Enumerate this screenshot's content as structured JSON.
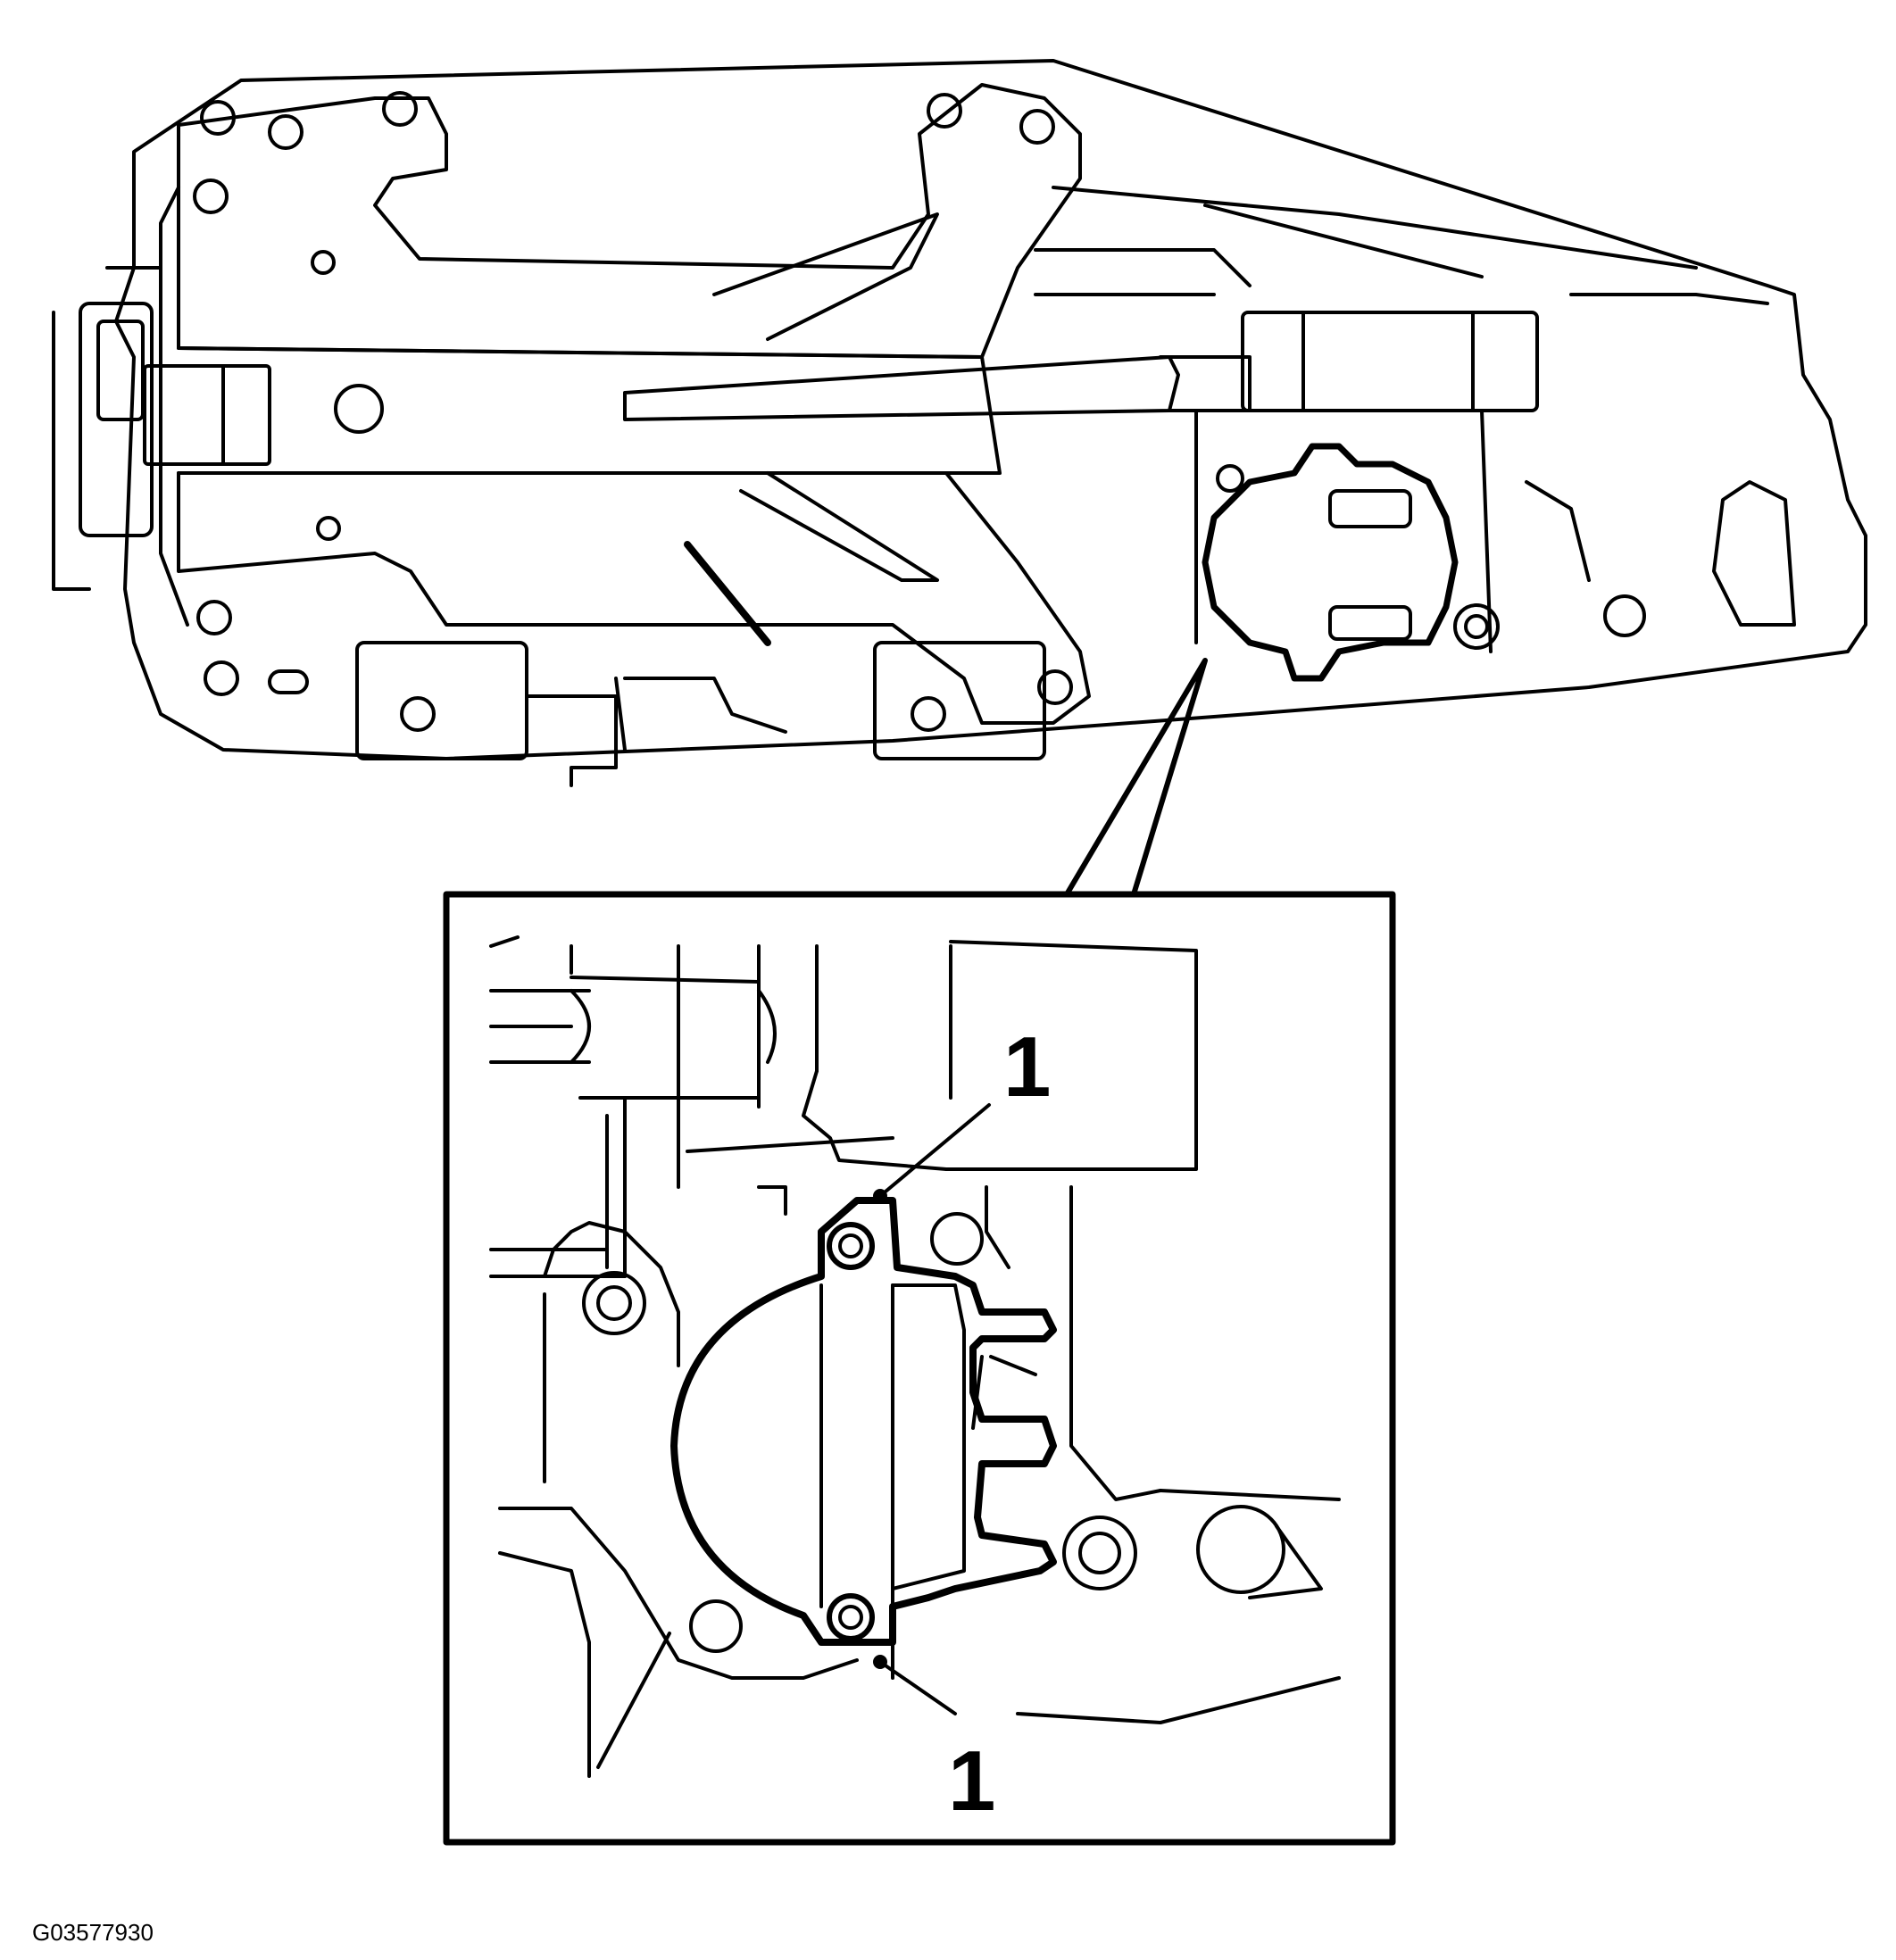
{
  "callouts": {
    "top_label": "1",
    "bottom_label": "1"
  },
  "figure_id": "G03577930",
  "colors": {
    "line": "#000000",
    "background": "#ffffff"
  }
}
